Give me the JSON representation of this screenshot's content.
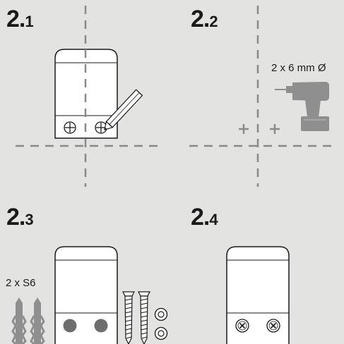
{
  "steps": [
    {
      "major": "2.",
      "minor": "1"
    },
    {
      "major": "2.",
      "minor": "2"
    },
    {
      "major": "2.",
      "minor": "3"
    },
    {
      "major": "2.",
      "minor": "4"
    }
  ],
  "drill_note": "2 x 6 mm Ø",
  "anchor_note": "2 x S6",
  "colors": {
    "background": "#e3e3e2",
    "line": "#8a8a8a",
    "bracket_fill": "#ffffff",
    "bracket_stroke": "#1a1a1a",
    "drill": "#8f8f8f"
  }
}
